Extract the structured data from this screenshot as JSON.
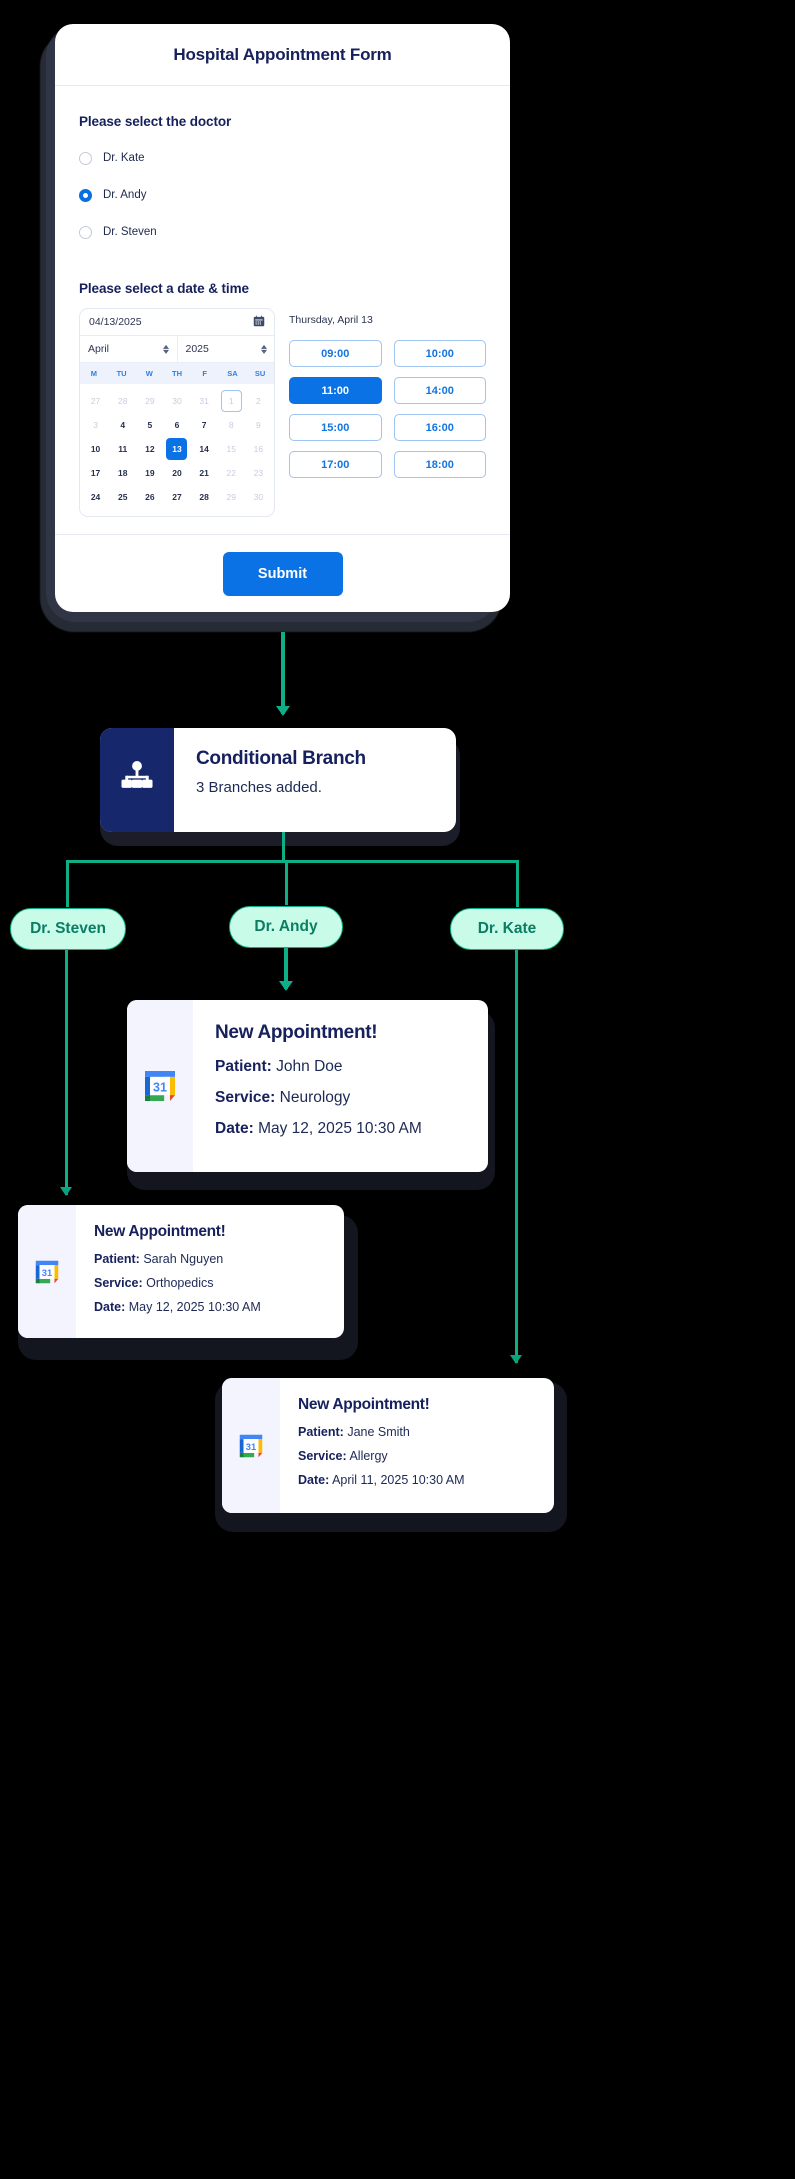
{
  "form": {
    "title": "Hospital Appointment Form",
    "doctor_section_label": "Please select the doctor",
    "doctors": [
      {
        "label": "Dr. Kate",
        "selected": false
      },
      {
        "label": "Dr. Andy",
        "selected": true
      },
      {
        "label": "Dr. Steven",
        "selected": false
      }
    ],
    "datetime_section_label": "Please select a date & time",
    "date_input_value": "04/13/2025",
    "date_icon": "calendar-icon",
    "month": "April",
    "year": "2025",
    "weekdays": [
      "M",
      "TU",
      "W",
      "TH",
      "F",
      "SA",
      "SU"
    ],
    "weeks": [
      [
        {
          "d": "27",
          "s": "mut"
        },
        {
          "d": "28",
          "s": "mut"
        },
        {
          "d": "29",
          "s": "mut"
        },
        {
          "d": "30",
          "s": "mut"
        },
        {
          "d": "31",
          "s": "mut"
        },
        {
          "d": "1",
          "s": "out"
        },
        {
          "d": "2",
          "s": "mut"
        }
      ],
      [
        {
          "d": "3",
          "s": "mut"
        },
        {
          "d": "4",
          "s": ""
        },
        {
          "d": "5",
          "s": ""
        },
        {
          "d": "6",
          "s": ""
        },
        {
          "d": "7",
          "s": ""
        },
        {
          "d": "8",
          "s": "mut"
        },
        {
          "d": "9",
          "s": "mut"
        }
      ],
      [
        {
          "d": "10",
          "s": ""
        },
        {
          "d": "11",
          "s": ""
        },
        {
          "d": "12",
          "s": ""
        },
        {
          "d": "13",
          "s": "sel"
        },
        {
          "d": "14",
          "s": ""
        },
        {
          "d": "15",
          "s": "mut"
        },
        {
          "d": "16",
          "s": "mut"
        }
      ],
      [
        {
          "d": "17",
          "s": ""
        },
        {
          "d": "18",
          "s": ""
        },
        {
          "d": "19",
          "s": ""
        },
        {
          "d": "20",
          "s": ""
        },
        {
          "d": "21",
          "s": ""
        },
        {
          "d": "22",
          "s": "mut"
        },
        {
          "d": "23",
          "s": "mut"
        }
      ],
      [
        {
          "d": "24",
          "s": ""
        },
        {
          "d": "25",
          "s": ""
        },
        {
          "d": "26",
          "s": ""
        },
        {
          "d": "27",
          "s": ""
        },
        {
          "d": "28",
          "s": ""
        },
        {
          "d": "29",
          "s": "mut"
        },
        {
          "d": "30",
          "s": "mut"
        }
      ]
    ],
    "selected_day_label": "Thursday, April 13",
    "time_slots": [
      {
        "label": "09:00",
        "active": false
      },
      {
        "label": "10:00",
        "active": false
      },
      {
        "label": "11:00",
        "active": true
      },
      {
        "label": "14:00",
        "active": false
      },
      {
        "label": "15:00",
        "active": false
      },
      {
        "label": "16:00",
        "active": false
      },
      {
        "label": "17:00",
        "active": false
      },
      {
        "label": "18:00",
        "active": false
      }
    ],
    "submit_label": "Submit"
  },
  "branch_node": {
    "icon": "org-chart-icon",
    "title": "Conditional Branch",
    "subtitle": "3 Branches added."
  },
  "branches": [
    {
      "label": "Dr. Steven"
    },
    {
      "label": "Dr. Andy"
    },
    {
      "label": "Dr. Kate"
    }
  ],
  "appointments": [
    {
      "icon": "google-calendar-icon",
      "title": "New Appointment!",
      "patient_label": "Patient:",
      "patient": "John Doe",
      "service_label": "Service:",
      "service": "Neurology",
      "date_label": "Date:",
      "date": "May 12, 2025  10:30 AM"
    },
    {
      "icon": "google-calendar-icon",
      "title": "New Appointment!",
      "patient_label": "Patient:",
      "patient": "Sarah Nguyen",
      "service_label": "Service:",
      "service": "Orthopedics",
      "date_label": "Date:",
      "date": "May 12, 2025  10:30 AM"
    },
    {
      "icon": "google-calendar-icon",
      "title": "New Appointment!",
      "patient_label": "Patient:",
      "patient": "Jane Smith",
      "service_label": "Service:",
      "service": "Allergy",
      "date_label": "Date:",
      "date": "April 11, 2025  10:30 AM"
    }
  ],
  "colors": {
    "accent_blue": "#0b72e5",
    "navy": "#16205c",
    "branch_green": "#0fae86",
    "pill_bg": "#c9fbe9",
    "icon_panel": "#16276b"
  }
}
